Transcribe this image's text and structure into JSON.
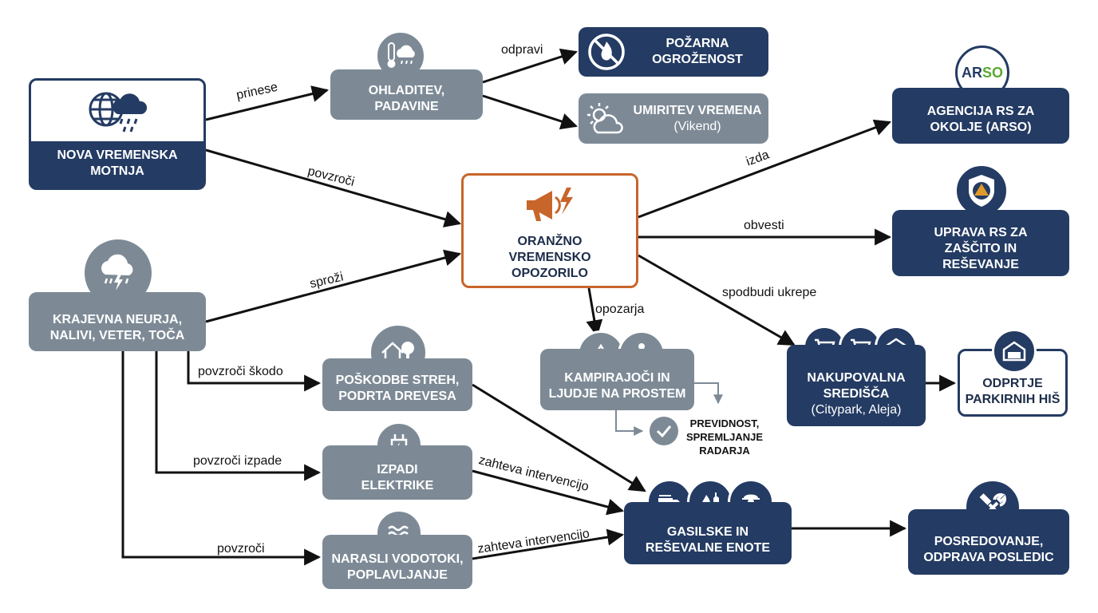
{
  "nodes": {
    "storm_front": {
      "title": "NOVA VREMENSKA\nMOTNJA",
      "icon": "globe-rain-cloud-icon"
    },
    "cooling": {
      "title": "OHLADITEV,\nPADAVINE",
      "icon": "thermometer-rain-icon"
    },
    "fire_risk": {
      "title": "POŽARNA\nOGROŽENOST",
      "icon": "no-fire-icon"
    },
    "calm_weather": {
      "title": "UMIRITEV VREMENA",
      "subtitle": "(Vikend)",
      "icon": "sun-cloud-icon"
    },
    "warning": {
      "title": "ORANŽNO\nVREMENSKO\nOPOZORILO",
      "icon": "megaphone-lightning-icon"
    },
    "arso": {
      "title": "AGENCIJA RS ZA\nOKOLJE (ARSO)",
      "logo_text_a": "AR",
      "logo_text_b": "SO"
    },
    "urszr": {
      "title": "UPRAVA RS ZA\nZAŠČITO IN\nREŠEVANJE",
      "icon": "civil-protection-shield-icon"
    },
    "local_storms": {
      "title": "KRAJEVNA NEURJA,\nNALIVI, VETER, TOČA",
      "icon": "storm-cloud-icon"
    },
    "roof_damage": {
      "title": "POŠKODBE STREH,\nPODRTA DREVESA",
      "icon": "house-tree-damage-icon"
    },
    "campers": {
      "title": "KAMPIRAJOČI IN\nLJUDJE NA PROSTEM",
      "icon": "tent-hiker-icon"
    },
    "shopping": {
      "title": "NAKUPOVALNA\nSREDIŠČA",
      "subtitle": "(Citypark, Aleja)",
      "icon": "shopping-cart-garage-icon"
    },
    "garages": {
      "title": "ODPRTJE\nPARKIRNIH HIŠ",
      "icon": "garage-icon"
    },
    "power_outage": {
      "title": "IZPADI\nELEKTRIKE",
      "icon": "power-plug-icon"
    },
    "flooding": {
      "title": "NARASLI VODOTOKI,\nPOPLAVLJANJE",
      "icon": "water-waves-icon"
    },
    "firefighters": {
      "title": "GASILSKE IN\nREŠEVALNE ENOTE",
      "icon": "firetruck-extinguisher-firefighter-icon"
    },
    "mediation": {
      "title": "POSREDOVANJE,\nODPRAVA POSLEDIC",
      "icon": "wrench-hammer-icon"
    }
  },
  "precaution_note": "PREVIDNOST,\nSPREMLJANJE\nRADARJA",
  "edges": {
    "prinese": "prinese",
    "odpravi": "odpravi",
    "povzroci": "povzroči",
    "sprozi": "sproži",
    "izda": "izda",
    "obvesti": "obvesti",
    "spodbudi": "spodbudi ukrepe",
    "opozarja": "opozarja",
    "povzroci_skodo": "povzroči škodo",
    "povzroci_izpade": "povzroči izpade",
    "povzroci_2": "povzroči",
    "zahteva_1": "zahteva intervencijo",
    "zahteva_2": "zahteva intervencijo"
  },
  "colors": {
    "navy": "#243b63",
    "gray": "#7d8a96",
    "orange": "#c8652a",
    "arso_green": "#5aa832"
  }
}
